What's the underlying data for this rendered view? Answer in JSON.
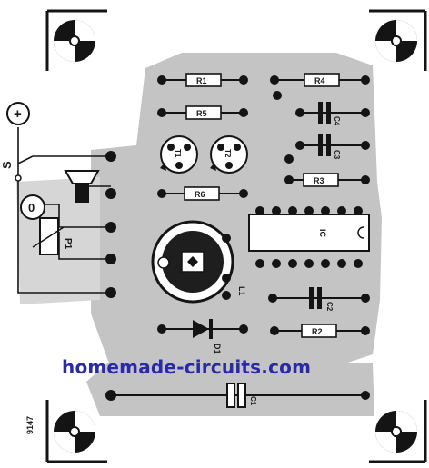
{
  "watermark": "homemade-circuits.com",
  "board_id": "9147",
  "supply_symbol": "+",
  "switch_label": "S",
  "meter_symbol": "0",
  "labels": {
    "r1": "R1",
    "r2": "R2",
    "r3": "R3",
    "r4": "R4",
    "r5": "R5",
    "r6": "R6",
    "c1": "C1",
    "c2": "C2",
    "c3": "C3",
    "c4": "C4",
    "t1": "T1",
    "t2": "T2",
    "ic": "IC",
    "d1": "D1",
    "l1": "L1",
    "p1": "P1"
  },
  "colors": {
    "copper": "#c4c4c4",
    "ink": "#141414",
    "paper": "#ffffff",
    "watermark": "#2a2aa8"
  }
}
